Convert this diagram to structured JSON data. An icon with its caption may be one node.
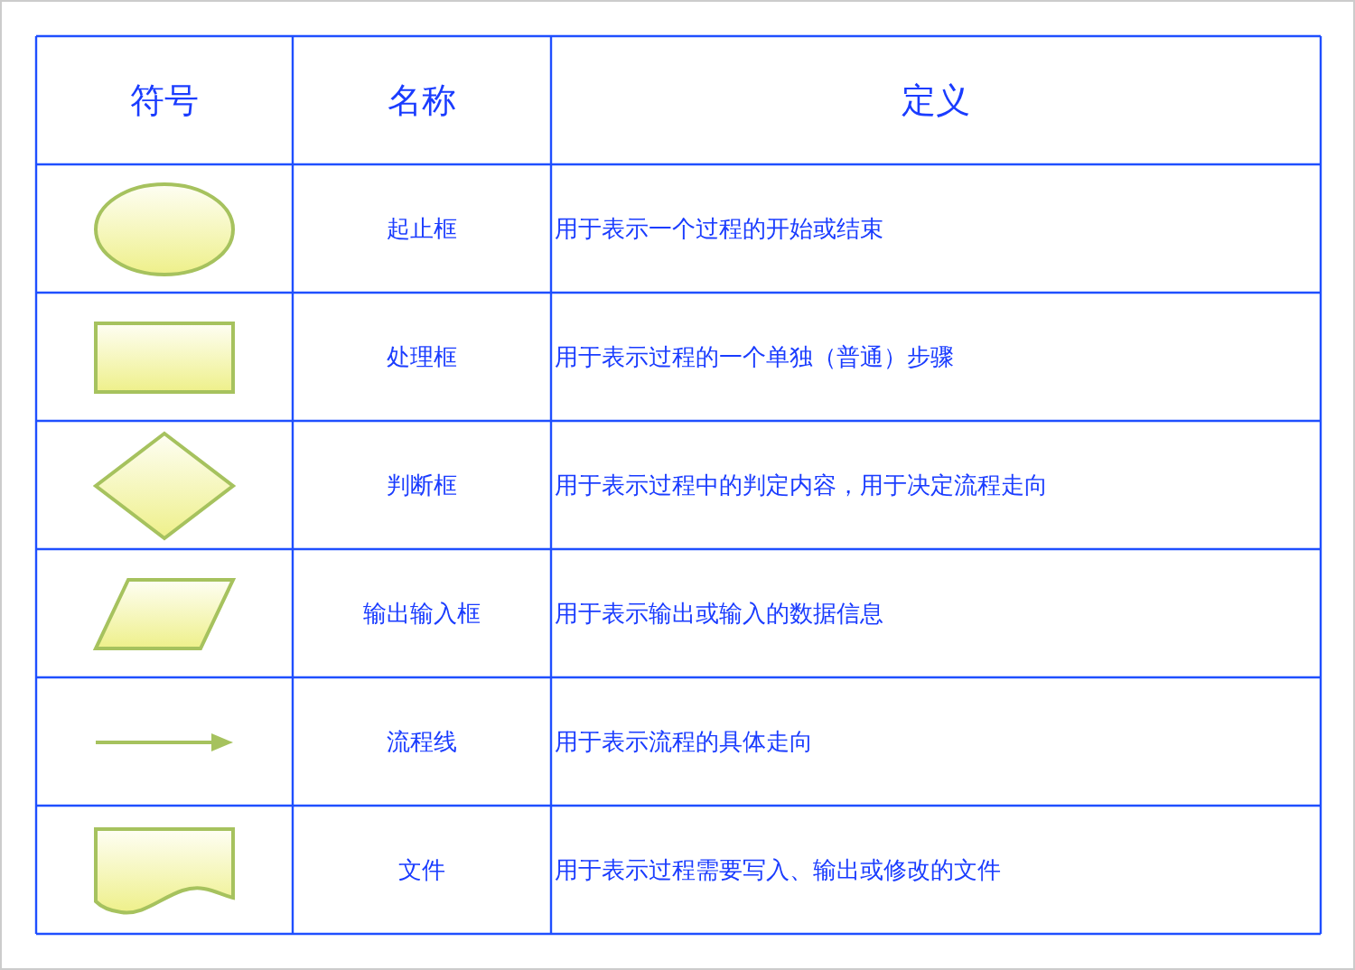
{
  "diagram": {
    "labels": [
      "符号",
      "名称",
      "定义",
      "起止框",
      "用于表示一个过程的开始或结束",
      "处理框",
      "用于表示过程的一个单独（普通）步骤",
      "判断框",
      "用于表示过程中的判定内容，用于决定流程走向",
      "输出输入框",
      "用于表示输出或输入的数据信息",
      "流程线",
      "用于表示流程的具体走向",
      "文件",
      "用于表示过程需要写入、输出或修改的文件"
    ]
  }
}
